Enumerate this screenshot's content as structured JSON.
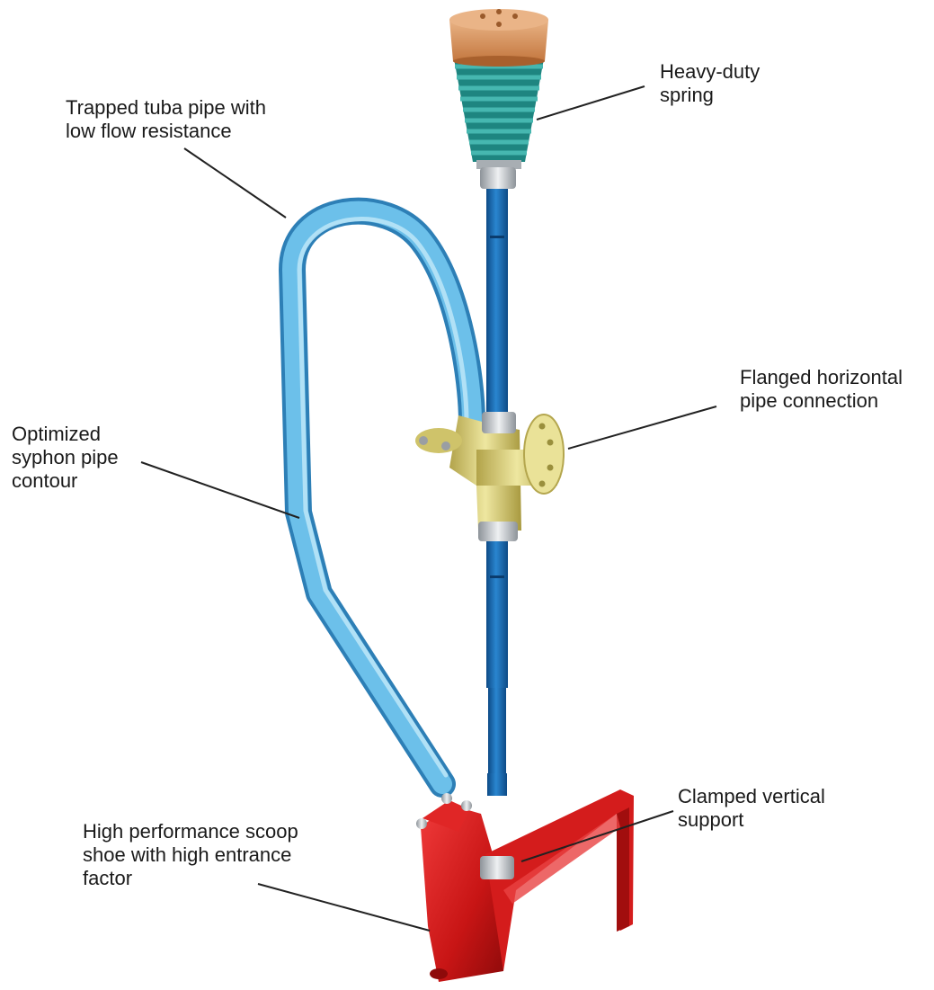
{
  "labels": {
    "spring": [
      "Heavy-duty",
      "spring"
    ],
    "tuba_pipe": [
      "Trapped tuba pipe with",
      "low flow resistance"
    ],
    "flange": [
      "Flanged horizontal",
      "pipe connection"
    ],
    "syphon": [
      "Optimized",
      "syphon pipe",
      "contour"
    ],
    "support": [
      "Clamped vertical",
      "support"
    ],
    "scoop": [
      "High performance scoop",
      "shoe with high entrance",
      "factor"
    ]
  },
  "colors": {
    "vertical_pipe": "#1f6fb8",
    "syphon_pipe": "#5fb3e0",
    "spring": "#1f8a86",
    "spring_cap": "#d9905c",
    "fitting": "#d8cf78",
    "scoop": "#d01e1e",
    "nut": "#c8ccd0",
    "leader": "#222222",
    "text": "#1a1a1a"
  }
}
